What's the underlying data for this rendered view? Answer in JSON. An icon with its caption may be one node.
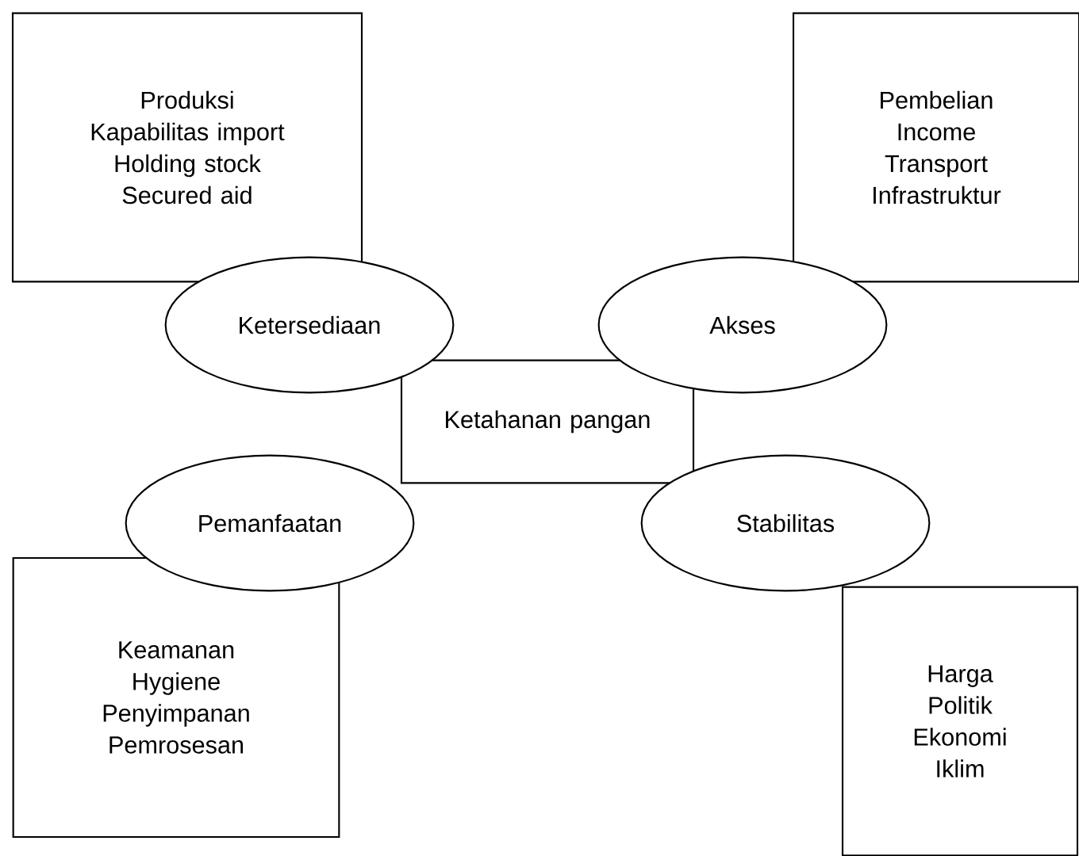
{
  "diagram": {
    "nodes": [
      {
        "text": [
          "Produksi",
          "Kapabilitas import",
          "Holding stock",
          "Secured aid"
        ]
      },
      {
        "text": [
          "Pembelian",
          "Income",
          "Transport",
          "Infrastruktur"
        ]
      },
      {
        "text": [
          "Ketersediaan"
        ]
      },
      {
        "text": [
          "Akses"
        ]
      },
      {
        "text": [
          "Ketahanan pangan"
        ]
      },
      {
        "text": [
          "Pemanfaatan"
        ]
      },
      {
        "text": [
          "Stabilitas"
        ]
      },
      {
        "text": [
          "Keamanan",
          "Hygiene",
          "Penyimpanan",
          "Pemrosesan"
        ]
      },
      {
        "text": [
          "Harga",
          "Politik",
          "Ekonomi",
          "Iklim"
        ]
      }
    ]
  }
}
